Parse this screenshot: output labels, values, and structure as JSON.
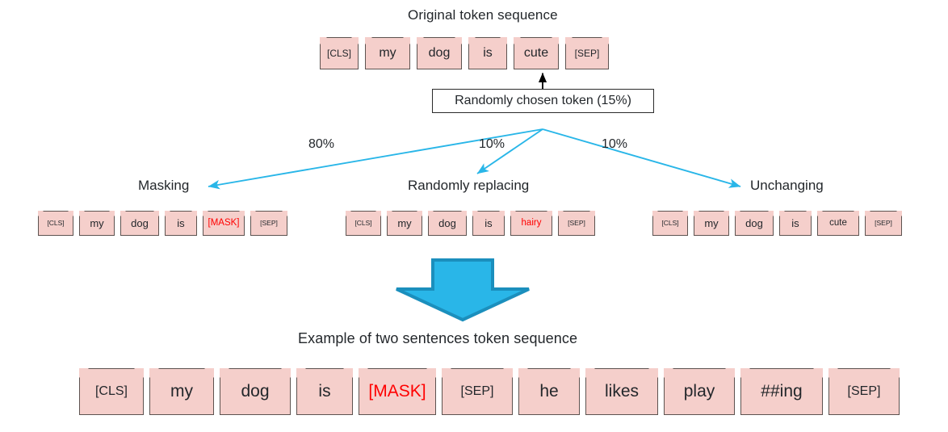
{
  "diagram": {
    "title_original": "Original token sequence",
    "callout_text": "Randomly chosen token (15%)",
    "title_example": "Example of two sentences token sequence",
    "accent_arrow_color": "#29b6e8",
    "accent_arrow_stroke": "#1b8fbd",
    "token_fill": "#f5cfcb",
    "token_border": "#5d5350",
    "mask_text_color": "#ff0000",
    "plain_arrow_color": "#000000"
  },
  "branches": [
    {
      "pct": "80%",
      "label": "Masking"
    },
    {
      "pct": "10%",
      "label": "Randomly replacing"
    },
    {
      "pct": "10%",
      "label": "Unchanging"
    }
  ],
  "sequences": {
    "original": {
      "name": "original-token-sequence",
      "tokens": [
        "[CLS]",
        "my",
        "dog",
        "is",
        "cute",
        "[SEP]"
      ],
      "highlight_index": 4
    },
    "masking": {
      "name": "masking-token-sequence",
      "tokens": [
        "[CLS]",
        "my",
        "dog",
        "is",
        "[MASK]",
        "[SEP]"
      ],
      "red_index": 4
    },
    "randomly_replacing": {
      "name": "randomly-replacing-token-sequence",
      "tokens": [
        "[CLS]",
        "my",
        "dog",
        "is",
        "hairy",
        "[SEP]"
      ],
      "red_index": 4
    },
    "unchanging": {
      "name": "unchanging-token-sequence",
      "tokens": [
        "[CLS]",
        "my",
        "dog",
        "is",
        "cute",
        "[SEP]"
      ],
      "red_index": -1
    },
    "two_sentences": {
      "name": "two-sentences-token-sequence",
      "tokens": [
        "[CLS]",
        "my",
        "dog",
        "is",
        "[MASK]",
        "[SEP]",
        "he",
        "likes",
        "play",
        "##ing",
        "[SEP]"
      ],
      "red_index": 4
    }
  }
}
